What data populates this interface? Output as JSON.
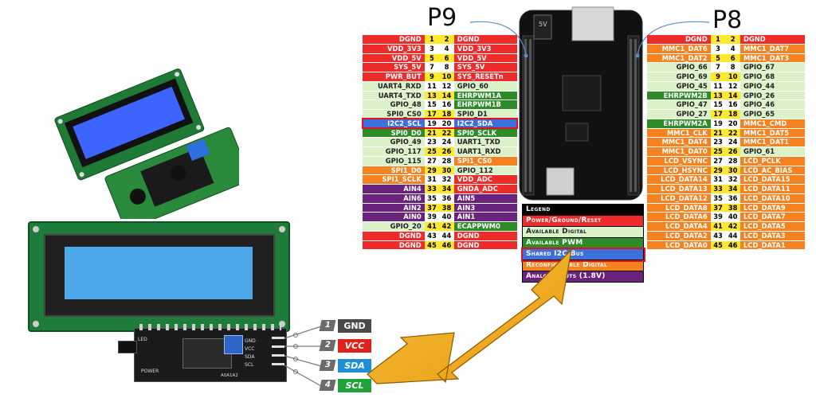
{
  "p9": {
    "label": "P9",
    "rows": [
      {
        "l": "DGND",
        "lc": "power",
        "a": "1",
        "b": "2",
        "ny": true,
        "r": "DGND",
        "rc": "power"
      },
      {
        "l": "VDD_3V3",
        "lc": "power",
        "a": "3",
        "b": "4",
        "ny": false,
        "r": "VDD_3V3",
        "rc": "power"
      },
      {
        "l": "VDD_5V",
        "lc": "power",
        "a": "5",
        "b": "6",
        "ny": true,
        "r": "VDD_5V",
        "rc": "power"
      },
      {
        "l": "SYS_5V",
        "lc": "power",
        "a": "7",
        "b": "8",
        "ny": false,
        "r": "SYS_5V",
        "rc": "power"
      },
      {
        "l": "PWR_BUT",
        "lc": "power",
        "a": "9",
        "b": "10",
        "ny": true,
        "r": "SYS_RESETn",
        "rc": "power"
      },
      {
        "l": "UART4_RXD",
        "lc": "digital",
        "a": "11",
        "b": "12",
        "ny": false,
        "r": "GPIO_60",
        "rc": "digital"
      },
      {
        "l": "UART4_TXD",
        "lc": "digital",
        "a": "13",
        "b": "14",
        "ny": true,
        "r": "EHRPWM1A",
        "rc": "pwm"
      },
      {
        "l": "GPIO_48",
        "lc": "digital",
        "a": "15",
        "b": "16",
        "ny": false,
        "r": "EHRPWM1B",
        "rc": "pwm"
      },
      {
        "l": "SPI0_CS0",
        "lc": "digital",
        "a": "17",
        "b": "18",
        "ny": true,
        "r": "SPI0_D1",
        "rc": "digital"
      },
      {
        "l": "I2C2_SCL",
        "lc": "i2c",
        "a": "19",
        "b": "20",
        "ny": false,
        "r": "I2C2_SDA",
        "rc": "i2c",
        "hl": true
      },
      {
        "l": "SPI0_D0",
        "lc": "pwm",
        "a": "21",
        "b": "22",
        "ny": true,
        "r": "SPI0_SCLK",
        "rc": "pwm"
      },
      {
        "l": "GPIO_49",
        "lc": "digital",
        "a": "23",
        "b": "24",
        "ny": false,
        "r": "UART1_TXD",
        "rc": "digital"
      },
      {
        "l": "GPIO_117",
        "lc": "digital",
        "a": "25",
        "b": "26",
        "ny": true,
        "r": "UART1_RXD",
        "rc": "digital"
      },
      {
        "l": "GPIO_115",
        "lc": "digital",
        "a": "27",
        "b": "28",
        "ny": false,
        "r": "SPI1_CS0",
        "rc": "config"
      },
      {
        "l": "SPI1_D0",
        "lc": "config",
        "a": "29",
        "b": "30",
        "ny": true,
        "r": "GPIO_112",
        "rc": "digital"
      },
      {
        "l": "SPI1_SCLK",
        "lc": "config",
        "a": "31",
        "b": "32",
        "ny": false,
        "r": "VDD_ADC",
        "rc": "power"
      },
      {
        "l": "AIN4",
        "lc": "analog",
        "a": "33",
        "b": "34",
        "ny": true,
        "r": "GNDA_ADC",
        "rc": "power"
      },
      {
        "l": "AIN6",
        "lc": "analog",
        "a": "35",
        "b": "36",
        "ny": false,
        "r": "AIN5",
        "rc": "analog"
      },
      {
        "l": "AIN2",
        "lc": "analog",
        "a": "37",
        "b": "38",
        "ny": true,
        "r": "AIN3",
        "rc": "analog"
      },
      {
        "l": "AIN0",
        "lc": "analog",
        "a": "39",
        "b": "40",
        "ny": false,
        "r": "AIN1",
        "rc": "analog"
      },
      {
        "l": "GPIO_20",
        "lc": "digital",
        "a": "41",
        "b": "42",
        "ny": true,
        "r": "ECAPPWM0",
        "rc": "pwm"
      },
      {
        "l": "DGND",
        "lc": "power",
        "a": "43",
        "b": "44",
        "ny": false,
        "r": "DGND",
        "rc": "power"
      },
      {
        "l": "DGND",
        "lc": "power",
        "a": "45",
        "b": "46",
        "ny": true,
        "r": "DGND",
        "rc": "power"
      }
    ]
  },
  "p8": {
    "label": "P8",
    "rows": [
      {
        "l": "DGND",
        "lc": "power",
        "a": "1",
        "b": "2",
        "ny": true,
        "r": "DGND",
        "rc": "power"
      },
      {
        "l": "MMC1_DAT6",
        "lc": "config",
        "a": "3",
        "b": "4",
        "ny": false,
        "r": "MMC1_DAT7",
        "rc": "config"
      },
      {
        "l": "MMC1_DAT2",
        "lc": "config",
        "a": "5",
        "b": "6",
        "ny": true,
        "r": "MMC1_DAT3",
        "rc": "config"
      },
      {
        "l": "GPIO_66",
        "lc": "digital",
        "a": "7",
        "b": "8",
        "ny": false,
        "r": "GPIO_67",
        "rc": "digital"
      },
      {
        "l": "GPIO_69",
        "lc": "digital",
        "a": "9",
        "b": "10",
        "ny": true,
        "r": "GPIO_68",
        "rc": "digital"
      },
      {
        "l": "GPIO_45",
        "lc": "digital",
        "a": "11",
        "b": "12",
        "ny": false,
        "r": "GPIO_44",
        "rc": "digital"
      },
      {
        "l": "EHRPWM2B",
        "lc": "pwm",
        "a": "13",
        "b": "14",
        "ny": true,
        "r": "GPIO_26",
        "rc": "digital"
      },
      {
        "l": "GPIO_47",
        "lc": "digital",
        "a": "15",
        "b": "16",
        "ny": false,
        "r": "GPIO_46",
        "rc": "digital"
      },
      {
        "l": "GPIO_27",
        "lc": "digital",
        "a": "17",
        "b": "18",
        "ny": true,
        "r": "GPIO_65",
        "rc": "digital"
      },
      {
        "l": "EHRPWM2A",
        "lc": "pwm",
        "a": "19",
        "b": "20",
        "ny": false,
        "r": "MMC1_CMD",
        "rc": "config"
      },
      {
        "l": "MMC1_CLK",
        "lc": "config",
        "a": "21",
        "b": "22",
        "ny": true,
        "r": "MMC1_DAT5",
        "rc": "config"
      },
      {
        "l": "MMC1_DAT4",
        "lc": "config",
        "a": "23",
        "b": "24",
        "ny": false,
        "r": "MMC1_DAT1",
        "rc": "config"
      },
      {
        "l": "MMC1_DAT0",
        "lc": "config",
        "a": "25",
        "b": "26",
        "ny": true,
        "r": "GPIO_61",
        "rc": "digital"
      },
      {
        "l": "LCD_VSYNC",
        "lc": "config",
        "a": "27",
        "b": "28",
        "ny": false,
        "r": "LCD_PCLK",
        "rc": "config"
      },
      {
        "l": "LCD_HSYNC",
        "lc": "config",
        "a": "29",
        "b": "30",
        "ny": true,
        "r": "LCD_AC_BIAS",
        "rc": "config"
      },
      {
        "l": "LCD_DATA14",
        "lc": "config",
        "a": "31",
        "b": "32",
        "ny": false,
        "r": "LCD_DATA15",
        "rc": "config"
      },
      {
        "l": "LCD_DATA13",
        "lc": "config",
        "a": "33",
        "b": "34",
        "ny": true,
        "r": "LCD_DATA11",
        "rc": "config"
      },
      {
        "l": "LCD_DATA12",
        "lc": "config",
        "a": "35",
        "b": "36",
        "ny": false,
        "r": "LCD_DATA10",
        "rc": "config"
      },
      {
        "l": "LCD_DATA8",
        "lc": "config",
        "a": "37",
        "b": "38",
        "ny": true,
        "r": "LCD_DATA9",
        "rc": "config"
      },
      {
        "l": "LCD_DATA6",
        "lc": "config",
        "a": "39",
        "b": "40",
        "ny": false,
        "r": "LCD_DATA7",
        "rc": "config"
      },
      {
        "l": "LCD_DATA4",
        "lc": "config",
        "a": "41",
        "b": "42",
        "ny": true,
        "r": "LCD_DATA5",
        "rc": "config"
      },
      {
        "l": "LCD_DATA2",
        "lc": "config",
        "a": "43",
        "b": "44",
        "ny": false,
        "r": "LCD_DATA3",
        "rc": "config"
      },
      {
        "l": "LCD_DATA0",
        "lc": "config",
        "a": "45",
        "b": "46",
        "ny": true,
        "r": "LCD_DATA1",
        "rc": "config"
      }
    ]
  },
  "legend": {
    "title": "Legend",
    "items": [
      {
        "label": "Power/Ground/Reset",
        "cls": "power"
      },
      {
        "label": "Available Digital",
        "cls": "digital"
      },
      {
        "label": "Available PWM",
        "cls": "pwm"
      },
      {
        "label": "Shared I2C Bus",
        "cls": "i2c",
        "hl": true
      },
      {
        "label": "Reconfigurable Digital",
        "cls": "config"
      },
      {
        "label": "Analog Inputs (1.8V)",
        "cls": "analog"
      }
    ]
  },
  "board": {
    "power_jack": "5V"
  },
  "i2c_module": {
    "pins": [
      "GND",
      "VCC",
      "SDA",
      "SCL"
    ],
    "led_label": "LED",
    "power_label": "POWER",
    "addr_label": "A0A1A2"
  },
  "wires": [
    {
      "num": "1",
      "label": "GND",
      "color": "#4a4a4a"
    },
    {
      "num": "2",
      "label": "VCC",
      "color": "#e0221c"
    },
    {
      "num": "3",
      "label": "SDA",
      "color": "#1e8fd6"
    },
    {
      "num": "4",
      "label": "SCL",
      "color": "#22a33a"
    }
  ],
  "colors": {
    "arrow": "#f0a81c",
    "highlight": "#e0121f",
    "lcd_screen": "#4da8ea",
    "pcb_green": "#1f7a35"
  }
}
